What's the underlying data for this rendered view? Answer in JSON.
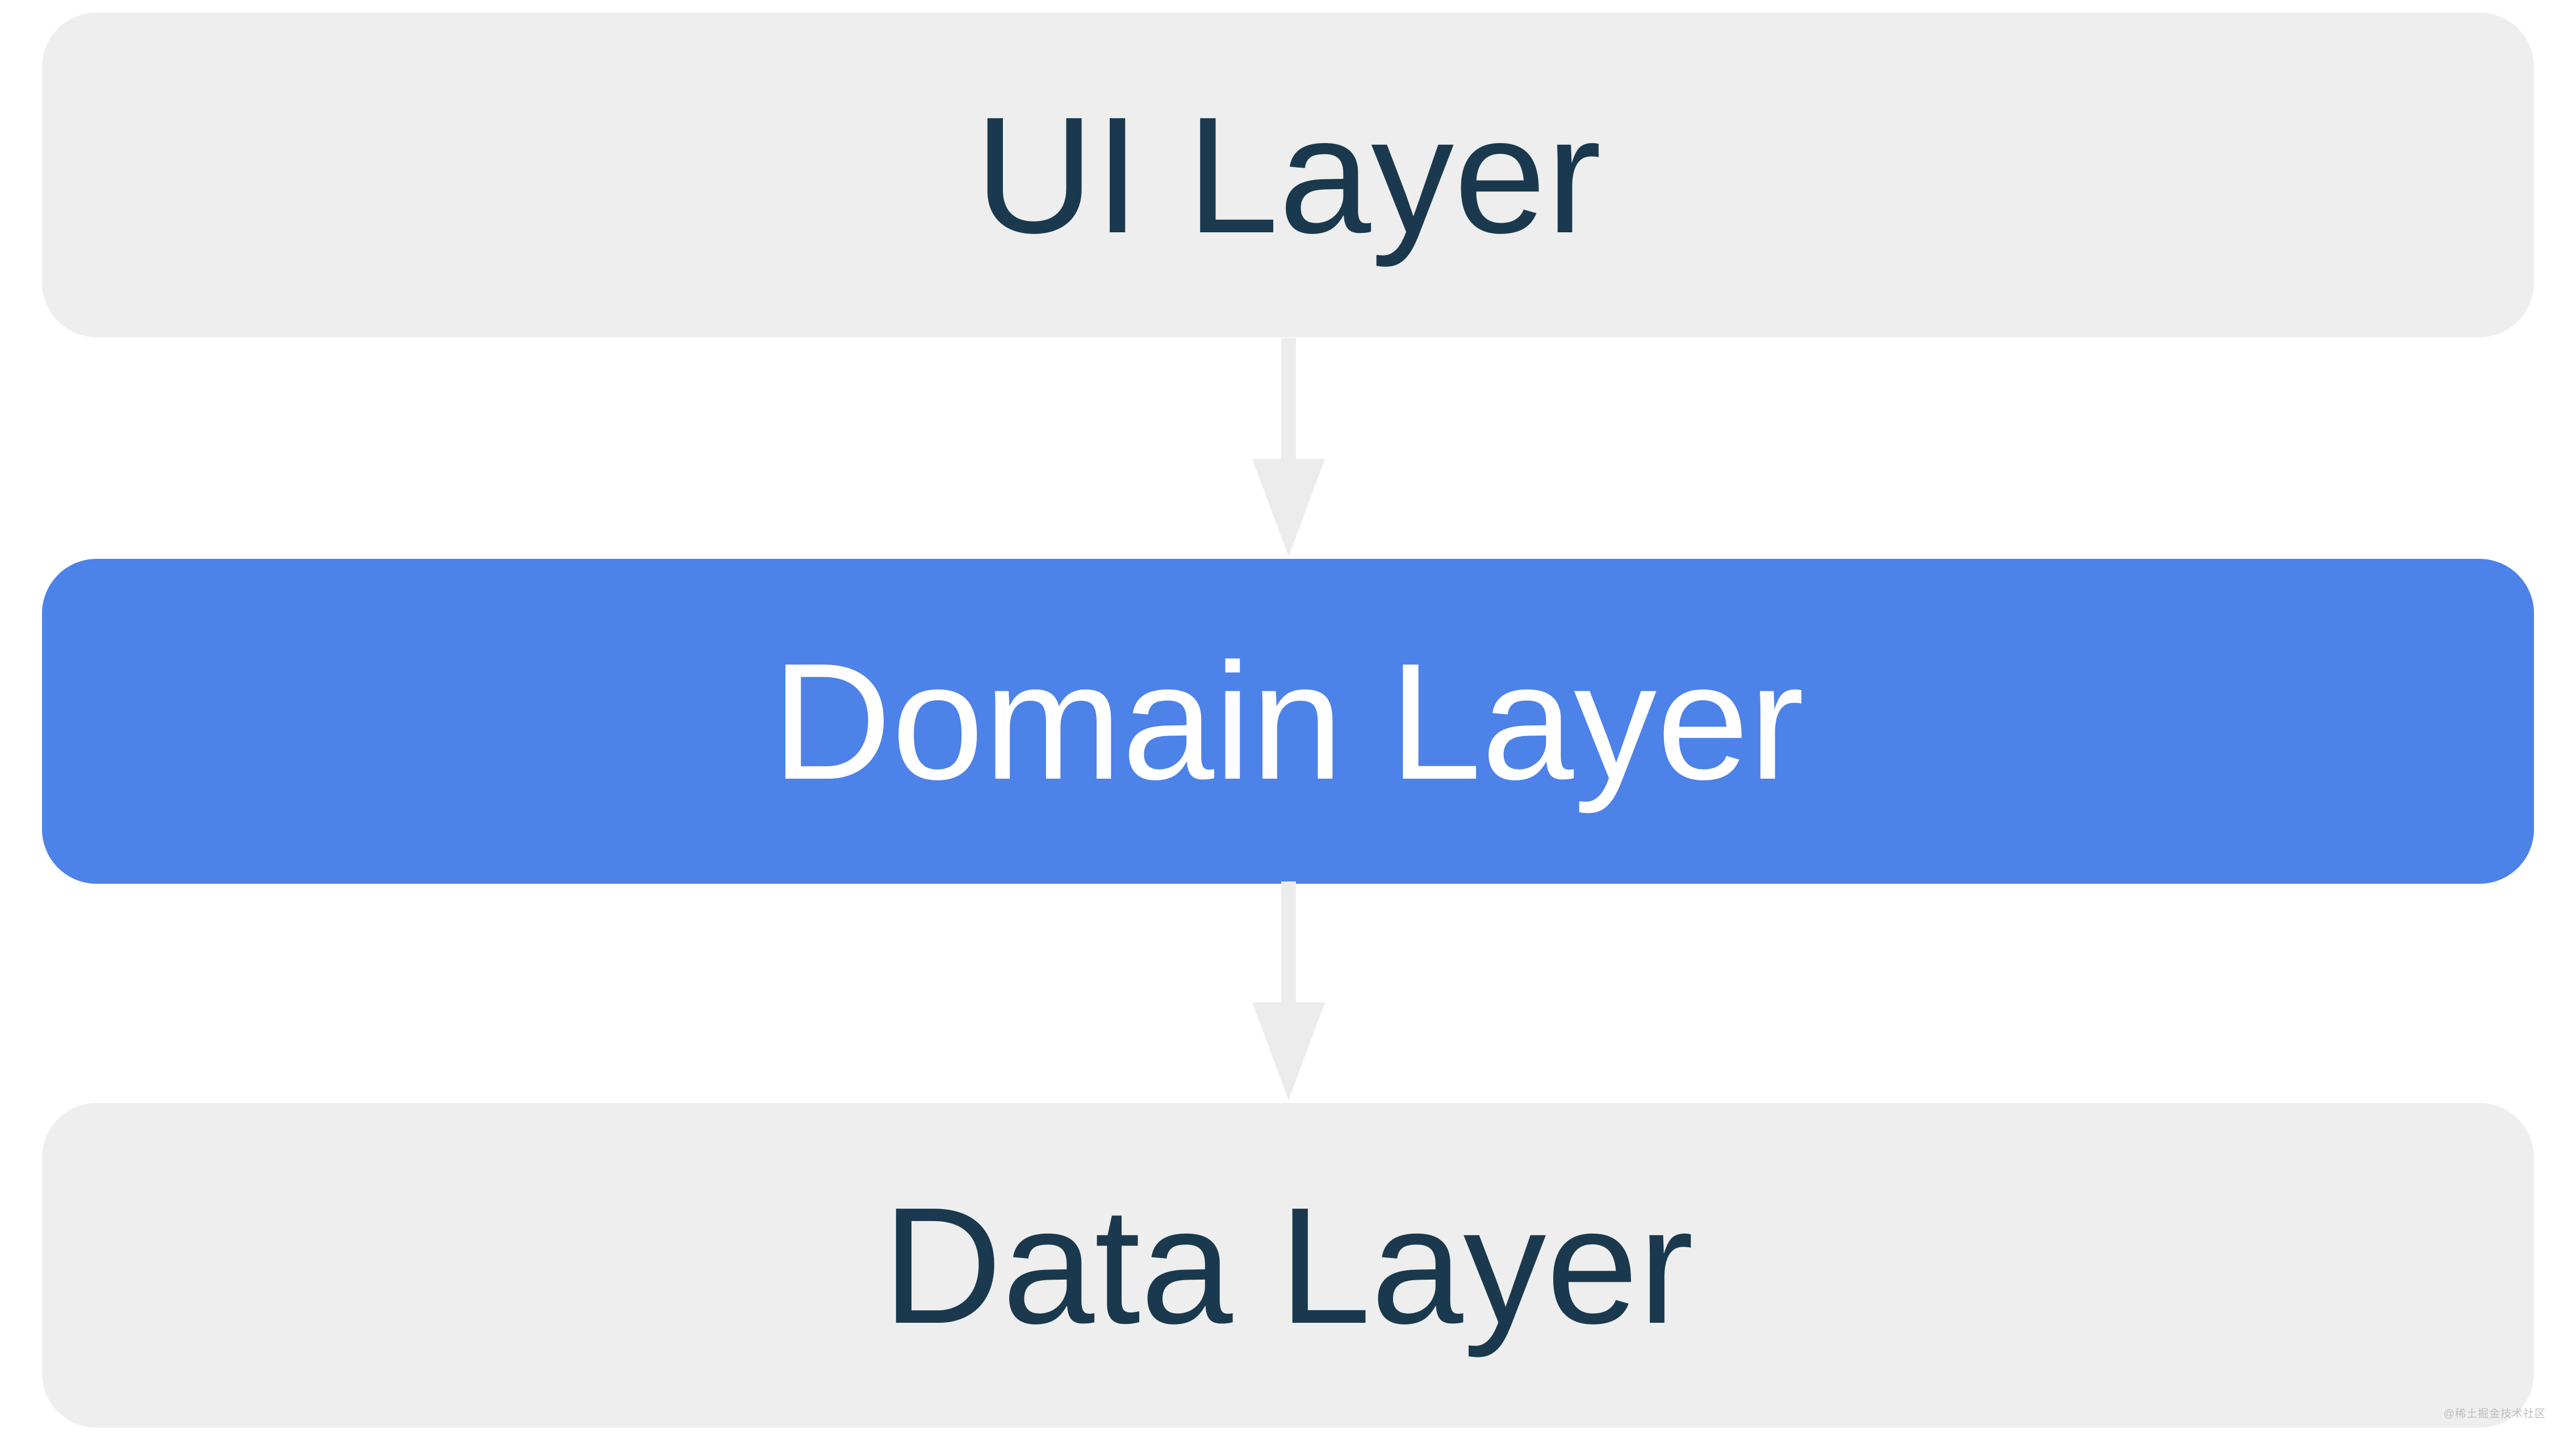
{
  "diagram": {
    "type": "layered-architecture",
    "layers": [
      {
        "id": "ui",
        "label": "UI Layer",
        "bg_color": "#eeeeee",
        "text_color": "#1a394e"
      },
      {
        "id": "domain",
        "label": "Domain Layer",
        "bg_color": "#4d82e8",
        "text_color": "#ffffff"
      },
      {
        "id": "data",
        "label": "Data Layer",
        "bg_color": "#eeeeee",
        "text_color": "#ffffff"
      }
    ],
    "arrows": [
      {
        "from": "ui",
        "to": "domain",
        "direction": "down",
        "color": "#ececec"
      },
      {
        "from": "domain",
        "to": "data",
        "direction": "down",
        "color": "#ececec"
      }
    ]
  },
  "watermark": {
    "text": "@稀土掘金技术社区",
    "color": "#bdbdbd"
  }
}
